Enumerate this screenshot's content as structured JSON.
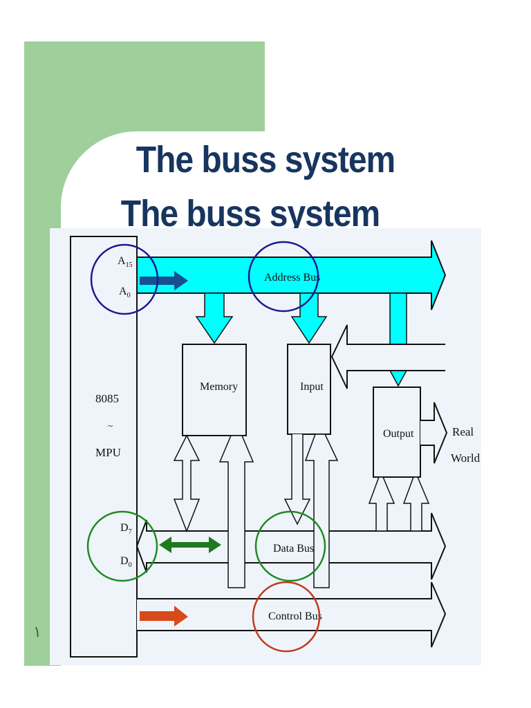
{
  "slide": {
    "title": "The buss system",
    "title_repeat": "The buss system",
    "page_number": "١"
  },
  "diagram": {
    "mpu_line1": "8085",
    "mpu_line2": "MPU",
    "addr_high": "A",
    "addr_high_sub": "15",
    "addr_low": "A",
    "addr_low_sub": "0",
    "data_high": "D",
    "data_high_sub": "7",
    "data_low": "D",
    "data_low_sub": "0",
    "memory": "Memory",
    "input": "Input",
    "output": "Output",
    "real_world_1": "Real",
    "real_world_2": "World",
    "address_bus": "Address Bus",
    "data_bus": "Data Bus",
    "control_bus": "Control Bus"
  },
  "colors": {
    "address_bus": "#00ffff",
    "data_bus": "#eef4fa",
    "addr_arrow": "#1a4f8f",
    "data_arrow": "#1f7a1f",
    "control_arrow": "#d94a1a",
    "circle_blue": "#1a1a8f",
    "circle_green": "#1f8a1f",
    "circle_red": "#c03a1a"
  }
}
